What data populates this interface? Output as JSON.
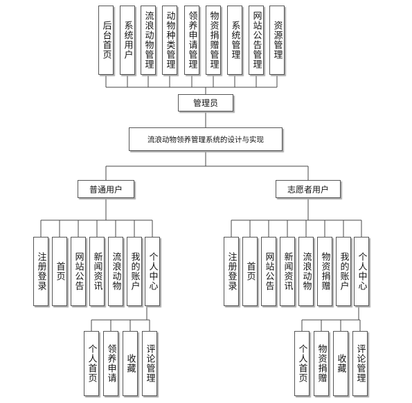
{
  "admin": {
    "label": "管理员",
    "modules": [
      "后台首页",
      "系统用户",
      "流浪动物管理",
      "动物种类管理",
      "领养申请管理",
      "物资捐赠管理",
      "系统管理",
      "网站公告管理",
      "资源管理"
    ]
  },
  "system": {
    "title": "流浪动物领养管理系统的设计与实现"
  },
  "user": {
    "label": "普通用户",
    "modules": [
      "注册登录",
      "首页",
      "网站公告",
      "新闻资讯",
      "流浪动物",
      "我的账户",
      "个人中心"
    ],
    "center_modules": [
      "个人首页",
      "领养申请",
      "收藏",
      "评论管理"
    ]
  },
  "volunteer": {
    "label": "志愿者用户",
    "modules": [
      "注册登录",
      "首页",
      "网站公告",
      "新闻资讯",
      "流浪动物",
      "物资捐赠",
      "我的账户",
      "个人中心"
    ],
    "center_modules": [
      "个人首页",
      "物资捐赠",
      "收藏",
      "评论管理"
    ]
  }
}
